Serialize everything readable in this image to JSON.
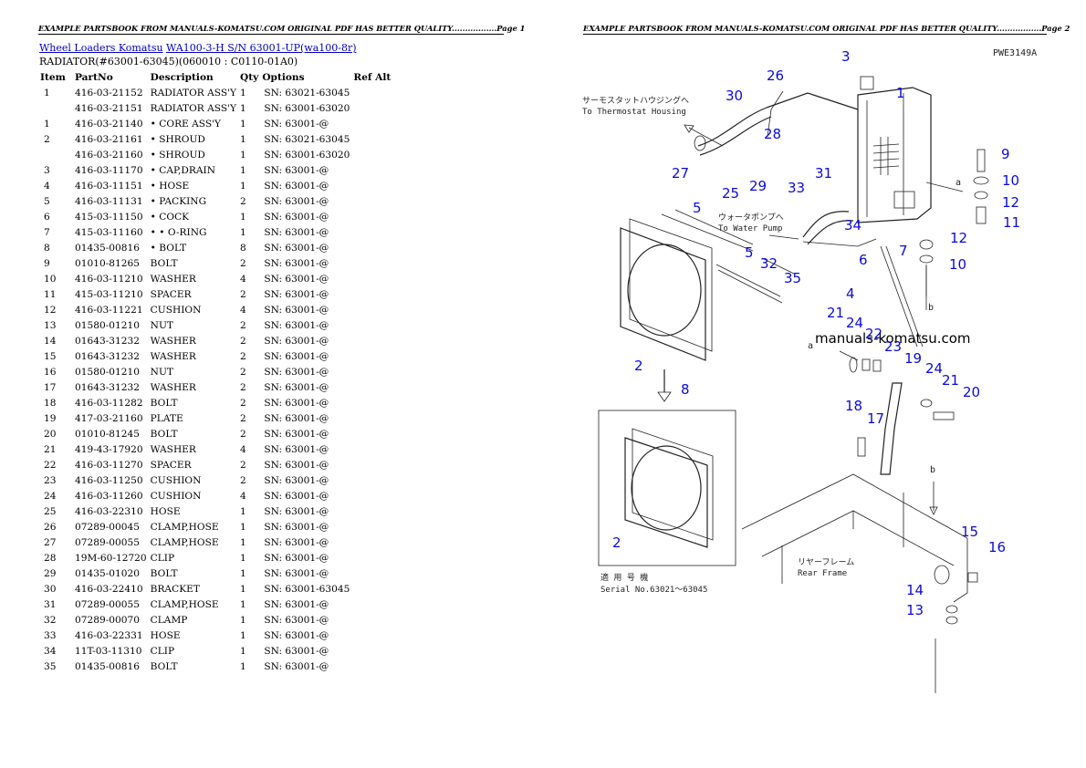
{
  "left_page": {
    "header": "EXAMPLE PARTSBOOK FROM MANUALS-KOMATSU.COM ORIGINAL PDF HAS BETTER QUALITY.................Page 1",
    "breadcrumb": {
      "link1": "Wheel Loaders Komatsu",
      "link2": "WA100-3-H S/N 63001-UP(wa100-8r)"
    },
    "subtitle": "RADIATOR(#63001-63045)(060010 : C0110-01A0)",
    "columns": [
      "Item",
      "PartNo",
      "Description",
      "Qty",
      "Options",
      "Ref Alt"
    ],
    "rows": [
      [
        "1",
        "416-03-21152",
        "RADIATOR ASS'Y",
        "1",
        "SN: 63021-63045",
        ""
      ],
      [
        "",
        "416-03-21151",
        "RADIATOR ASS'Y",
        "1",
        "SN: 63001-63020",
        ""
      ],
      [
        "1",
        "416-03-21140",
        "• CORE ASS'Y",
        "1",
        "SN: 63001-@",
        ""
      ],
      [
        "2",
        "416-03-21161",
        "• SHROUD",
        "1",
        "SN: 63021-63045",
        ""
      ],
      [
        "",
        "416-03-21160",
        "• SHROUD",
        "1",
        "SN: 63001-63020",
        ""
      ],
      [
        "3",
        "416-03-11170",
        "• CAP,DRAIN",
        "1",
        "SN: 63001-@",
        ""
      ],
      [
        "4",
        "416-03-11151",
        "• HOSE",
        "1",
        "SN: 63001-@",
        ""
      ],
      [
        "5",
        "416-03-11131",
        "• PACKING",
        "2",
        "SN: 63001-@",
        ""
      ],
      [
        "6",
        "415-03-11150",
        "• COCK",
        "1",
        "SN: 63001-@",
        ""
      ],
      [
        "7",
        "415-03-11160",
        "• • O-RING",
        "1",
        "SN: 63001-@",
        ""
      ],
      [
        "8",
        "01435-00816",
        "• BOLT",
        "8",
        "SN: 63001-@",
        ""
      ],
      [
        "9",
        "01010-81265",
        "BOLT",
        "2",
        "SN: 63001-@",
        ""
      ],
      [
        "10",
        "416-03-11210",
        "WASHER",
        "4",
        "SN: 63001-@",
        ""
      ],
      [
        "11",
        "415-03-11210",
        "SPACER",
        "2",
        "SN: 63001-@",
        ""
      ],
      [
        "12",
        "416-03-11221",
        "CUSHION",
        "4",
        "SN: 63001-@",
        ""
      ],
      [
        "13",
        "01580-01210",
        "NUT",
        "2",
        "SN: 63001-@",
        ""
      ],
      [
        "14",
        "01643-31232",
        "WASHER",
        "2",
        "SN: 63001-@",
        ""
      ],
      [
        "15",
        "01643-31232",
        "WASHER",
        "2",
        "SN: 63001-@",
        ""
      ],
      [
        "16",
        "01580-01210",
        "NUT",
        "2",
        "SN: 63001-@",
        ""
      ],
      [
        "17",
        "01643-31232",
        "WASHER",
        "2",
        "SN: 63001-@",
        ""
      ],
      [
        "18",
        "416-03-11282",
        "BOLT",
        "2",
        "SN: 63001-@",
        ""
      ],
      [
        "19",
        "417-03-21160",
        "PLATE",
        "2",
        "SN: 63001-@",
        ""
      ],
      [
        "20",
        "01010-81245",
        "BOLT",
        "2",
        "SN: 63001-@",
        ""
      ],
      [
        "21",
        "419-43-17920",
        "WASHER",
        "4",
        "SN: 63001-@",
        ""
      ],
      [
        "22",
        "416-03-11270",
        "SPACER",
        "2",
        "SN: 63001-@",
        ""
      ],
      [
        "23",
        "416-03-11250",
        "CUSHION",
        "2",
        "SN: 63001-@",
        ""
      ],
      [
        "24",
        "416-03-11260",
        "CUSHION",
        "4",
        "SN: 63001-@",
        ""
      ],
      [
        "25",
        "416-03-22310",
        "HOSE",
        "1",
        "SN: 63001-@",
        ""
      ],
      [
        "26",
        "07289-00045",
        "CLAMP,HOSE",
        "1",
        "SN: 63001-@",
        ""
      ],
      [
        "27",
        "07289-00055",
        "CLAMP,HOSE",
        "1",
        "SN: 63001-@",
        ""
      ],
      [
        "28",
        "19M-60-12720",
        "CLIP",
        "1",
        "SN: 63001-@",
        ""
      ],
      [
        "29",
        "01435-01020",
        "BOLT",
        "1",
        "SN: 63001-@",
        ""
      ],
      [
        "30",
        "416-03-22410",
        "BRACKET",
        "1",
        "SN: 63001-63045",
        ""
      ],
      [
        "31",
        "07289-00055",
        "CLAMP,HOSE",
        "1",
        "SN: 63001-@",
        ""
      ],
      [
        "32",
        "07289-00070",
        "CLAMP",
        "1",
        "SN: 63001-@",
        ""
      ],
      [
        "33",
        "416-03-22331",
        "HOSE",
        "1",
        "SN: 63001-@",
        ""
      ],
      [
        "34",
        "11T-03-11310",
        "CLIP",
        "1",
        "SN: 63001-@",
        ""
      ],
      [
        "35",
        "01435-00816",
        "BOLT",
        "1",
        "SN: 63001-@",
        ""
      ]
    ]
  },
  "right_page": {
    "header": "EXAMPLE PARTSBOOK FROM MANUALS-KOMATSU.COM ORIGINAL PDF HAS BETTER QUALITY.................Page 2",
    "diagram": {
      "drawing_code": "PWE3149A",
      "watermark": "manuals-komatsu.com",
      "to_thermostat_jp": "サーモスタットハウジングへ",
      "to_thermostat": "To Thermostat Housing",
      "to_water_pump_jp": "ウォータポンプへ",
      "to_water_pump": "To Water Pump",
      "rear_frame_jp": "リヤーフレーム",
      "rear_frame": "Rear Frame",
      "serial_jp": "適 用 号 機",
      "serial": "Serial No.63021～63045",
      "ref_a": "a",
      "ref_b": "b",
      "callout_color": "#0a0ad8",
      "callouts": [
        "1",
        "2",
        "3",
        "4",
        "5",
        "6",
        "7",
        "8",
        "9",
        "10",
        "11",
        "12",
        "13",
        "14",
        "15",
        "16",
        "17",
        "18",
        "19",
        "20",
        "21",
        "22",
        "23",
        "24",
        "25",
        "26",
        "27",
        "28",
        "29",
        "30",
        "31",
        "32",
        "33",
        "34",
        "35"
      ]
    }
  }
}
